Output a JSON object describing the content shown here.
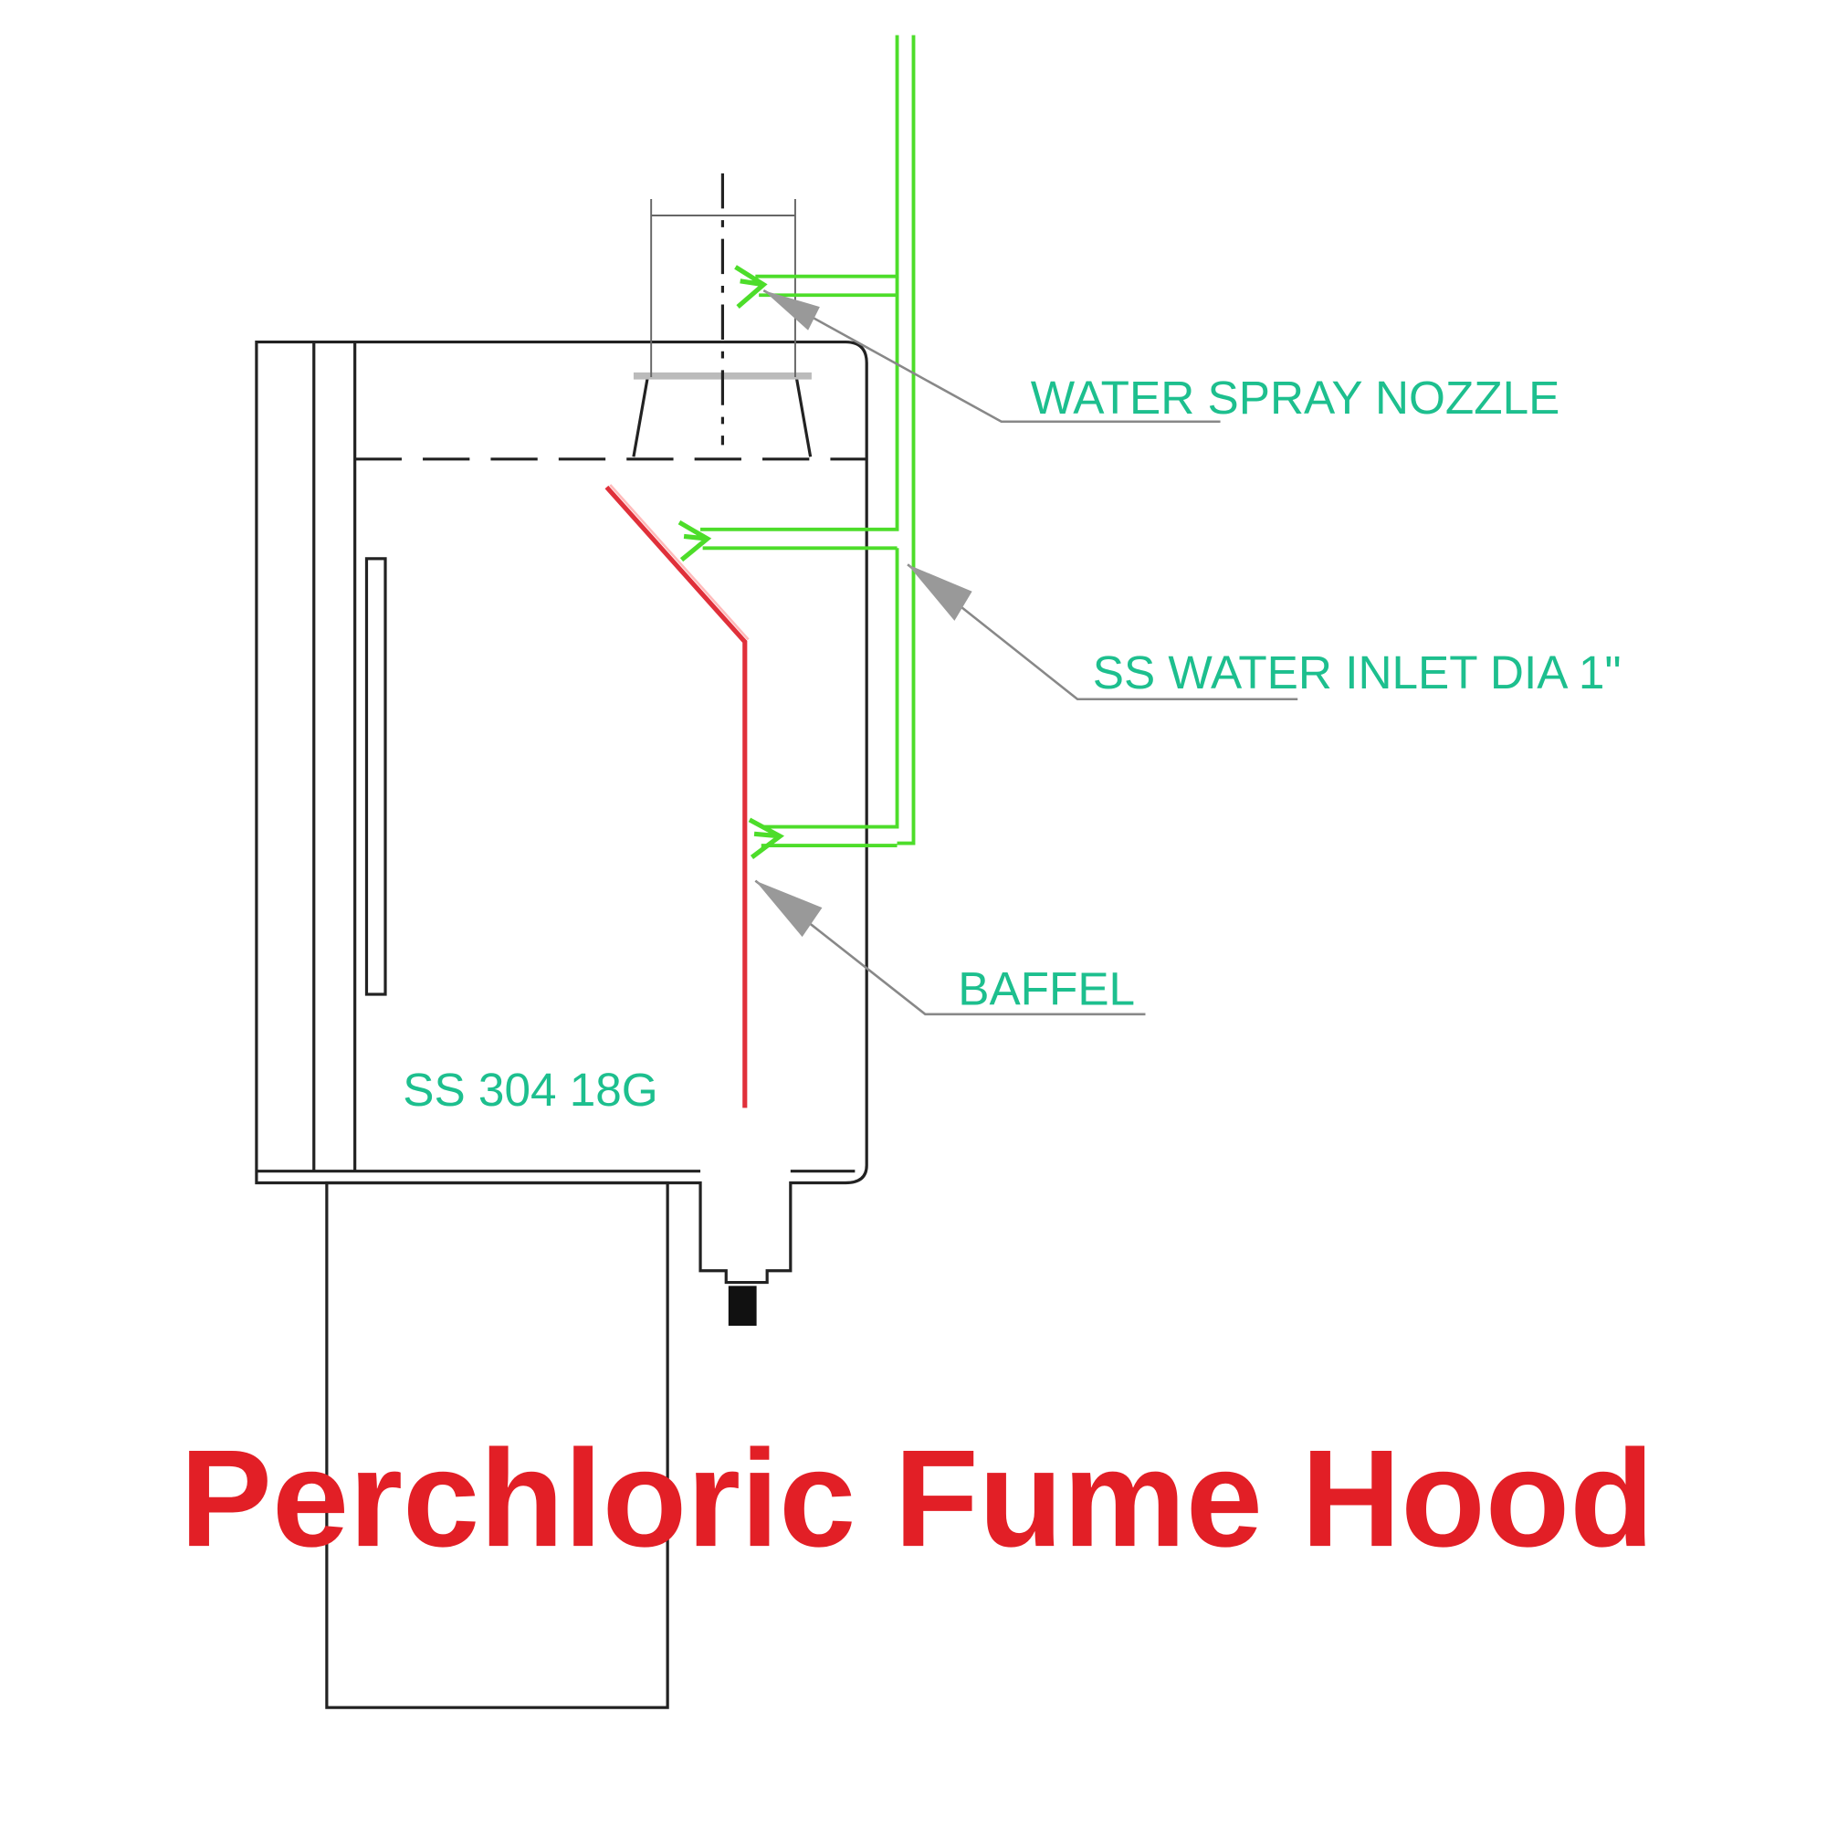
{
  "title": "Perchloric Fume Hood",
  "labels": {
    "nozzle": "WATER SPRAY NOZZLE",
    "inlet": "SS WATER INLET DIA 1\"",
    "baffle": "BAFFEL",
    "material": "SS 304 18G"
  },
  "colors": {
    "label_text": "#1dbf8e",
    "pipe": "#4ddd2a",
    "baffle": "#e0303a",
    "title": "#e21f26"
  }
}
